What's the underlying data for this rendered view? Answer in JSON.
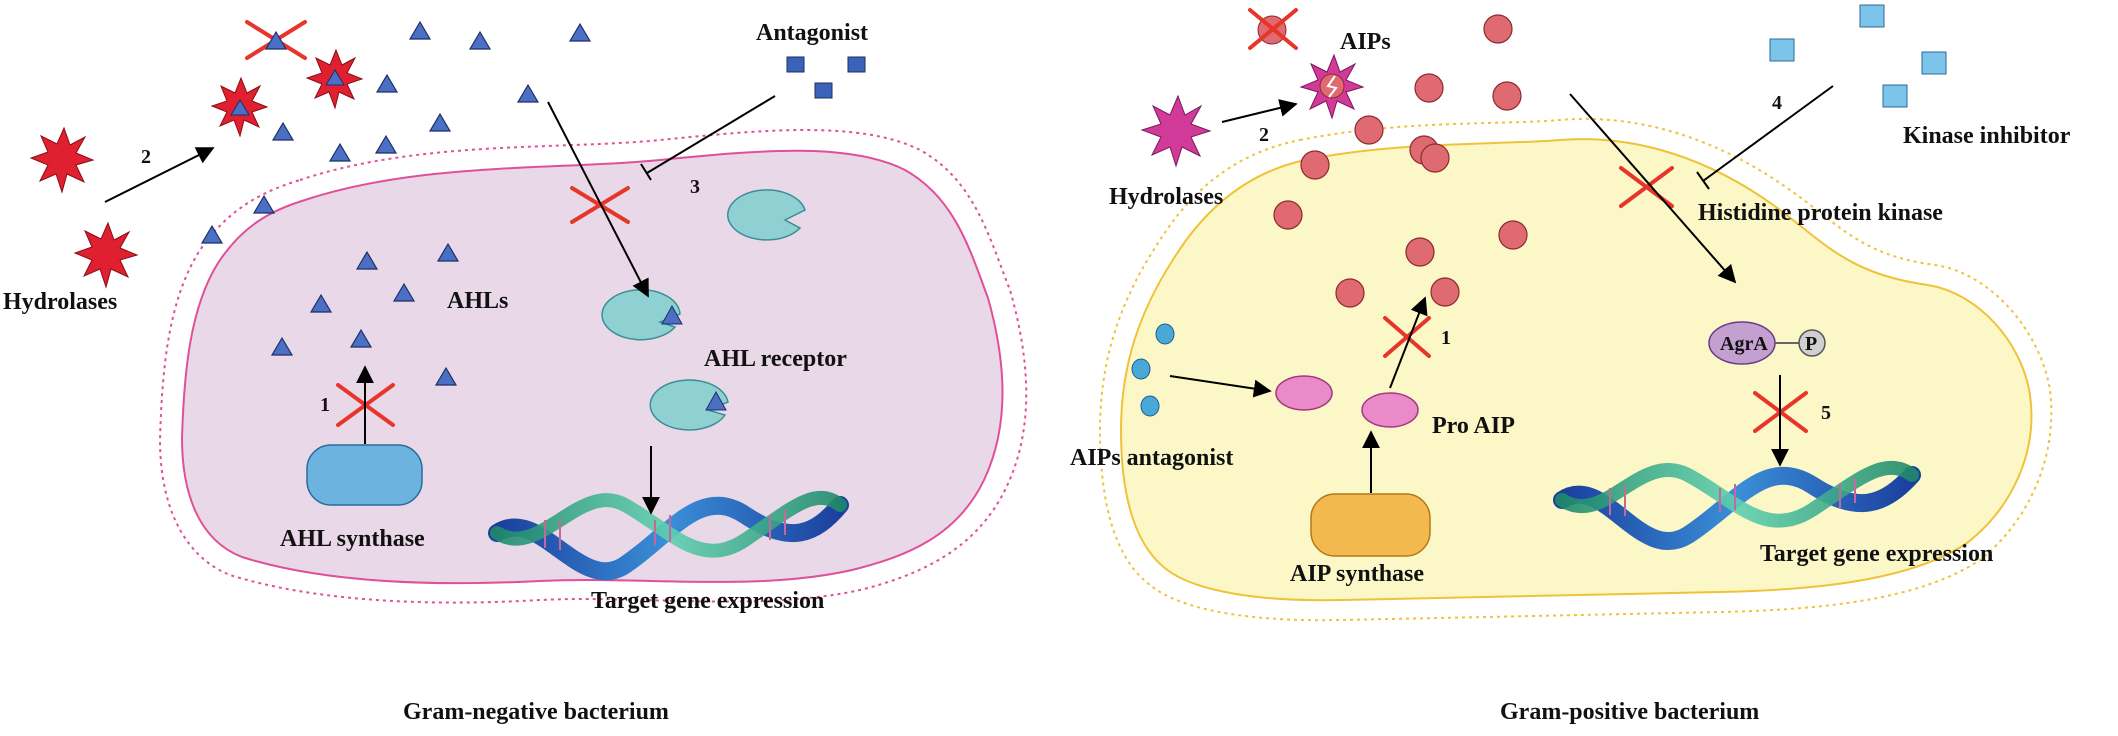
{
  "left_panel": {
    "caption": "Gram-negative bacterium",
    "labels": {
      "hydrolases": "Hydrolases",
      "antagonist": "Antagonist",
      "ahls": "AHLs",
      "ahl_receptor": "AHL receptor",
      "ahl_synthase": "AHL synthase",
      "target_gene": "Target gene expression"
    },
    "steps": {
      "s1": "1",
      "s2": "2",
      "s3": "3"
    }
  },
  "right_panel": {
    "caption": "Gram-positive bacterium",
    "labels": {
      "aips": "AIPs",
      "hydrolases": "Hydrolases",
      "kinase_inhibitor": "Kinase inhibitor",
      "histidine_kinase": "Histidine protein kinase",
      "agra": "AgrA",
      "phosphate": "P",
      "aips_antagonist": "AIPs antagonist",
      "pro_aip": "Pro AIP",
      "aip_synthase": "AIP synthase",
      "target_gene": "Target gene expression"
    },
    "steps": {
      "s1": "1",
      "s2": "2",
      "s4": "4",
      "s5": "5"
    }
  },
  "colors": {
    "gn_cytoplasm": "#e9d9e8",
    "gn_membrane": "#e0509a",
    "gp_cytoplasm": "#fbf7c6",
    "gp_membrane": "#f0c23a",
    "ahl": "#4a6fc4",
    "aip": "#e06a72",
    "inhibition_x": "#e8352a",
    "hydrolase_red": "#e02030",
    "hydrolase_magenta": "#d23a9a"
  }
}
